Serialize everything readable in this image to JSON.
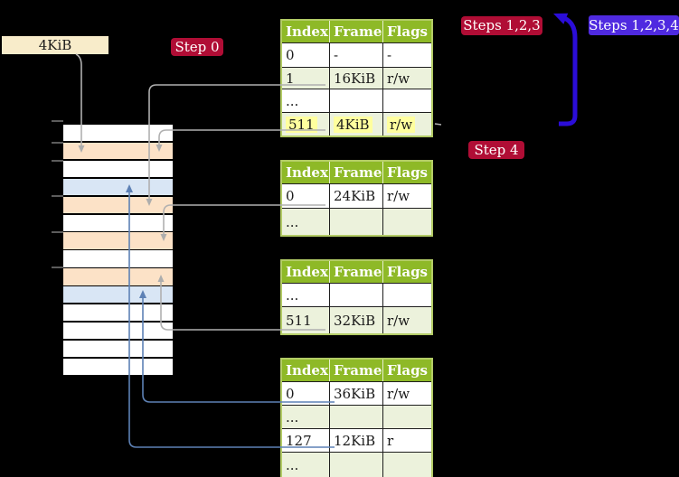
{
  "labels": {
    "page_size": "4KiB",
    "step0": "Step 0",
    "steps123": "Steps 1,2,3",
    "steps1234": "Steps 1,2,3,4",
    "step4": "Step 4"
  },
  "page_tables": [
    {
      "name": "page-table-level-3",
      "headers": [
        "Index",
        "Frame",
        "Flags"
      ],
      "rows": [
        {
          "index": "0",
          "frame": "-",
          "flags": "-",
          "shaded": false,
          "highlighted": false
        },
        {
          "index": "1",
          "frame": "16KiB",
          "flags": "r/w",
          "shaded": true,
          "highlighted": false
        },
        {
          "index": "...",
          "frame": "",
          "flags": "",
          "shaded": false,
          "highlighted": false
        },
        {
          "index": "511",
          "frame": "4KiB",
          "flags": "r/w",
          "shaded": true,
          "highlighted": true
        }
      ]
    },
    {
      "name": "page-table-level-2",
      "headers": [
        "Index",
        "Frame",
        "Flags"
      ],
      "rows": [
        {
          "index": "0",
          "frame": "24KiB",
          "flags": "r/w",
          "shaded": false,
          "highlighted": false
        },
        {
          "index": "...",
          "frame": "",
          "flags": "",
          "shaded": true,
          "highlighted": false
        }
      ]
    },
    {
      "name": "page-table-level-1",
      "headers": [
        "Index",
        "Frame",
        "Flags"
      ],
      "rows": [
        {
          "index": "...",
          "frame": "",
          "flags": "",
          "shaded": false,
          "highlighted": false
        },
        {
          "index": "511",
          "frame": "32KiB",
          "flags": "r/w",
          "shaded": true,
          "highlighted": false
        }
      ]
    },
    {
      "name": "page-table-level-0",
      "headers": [
        "Index",
        "Frame",
        "Flags"
      ],
      "rows": [
        {
          "index": "0",
          "frame": "36KiB",
          "flags": "r/w",
          "shaded": false,
          "highlighted": false
        },
        {
          "index": "...",
          "frame": "",
          "flags": "",
          "shaded": true,
          "highlighted": false
        },
        {
          "index": "127",
          "frame": "12KiB",
          "flags": "r",
          "shaded": false,
          "highlighted": false
        },
        {
          "index": "...",
          "frame": "",
          "flags": "",
          "shaded": true,
          "highlighted": false
        }
      ]
    }
  ],
  "memory_column": {
    "frames": [
      "white",
      "peach",
      "white",
      "blue",
      "peach",
      "white",
      "peach",
      "white",
      "peach",
      "blue",
      "white",
      "white",
      "white",
      "white"
    ]
  },
  "colors": {
    "background": "#000000",
    "table_header_bg": "#8eb927",
    "table_shaded_row_bg": "#ecf2dc",
    "table_border": "#b3cc66",
    "highlight_yellow": "#ffff9e",
    "step_label_red": "#b00d35",
    "steps_all_label_blue": "#4f2ae0",
    "big_arrow_blue": "#2b0dd8",
    "connector_grey": "#b0b0b0",
    "connector_steelblue": "#5d81b5",
    "frame_peach": "#fce2c7",
    "frame_lightblue": "#d9e6f5",
    "page_size_box_bg": "#f8ecca"
  }
}
